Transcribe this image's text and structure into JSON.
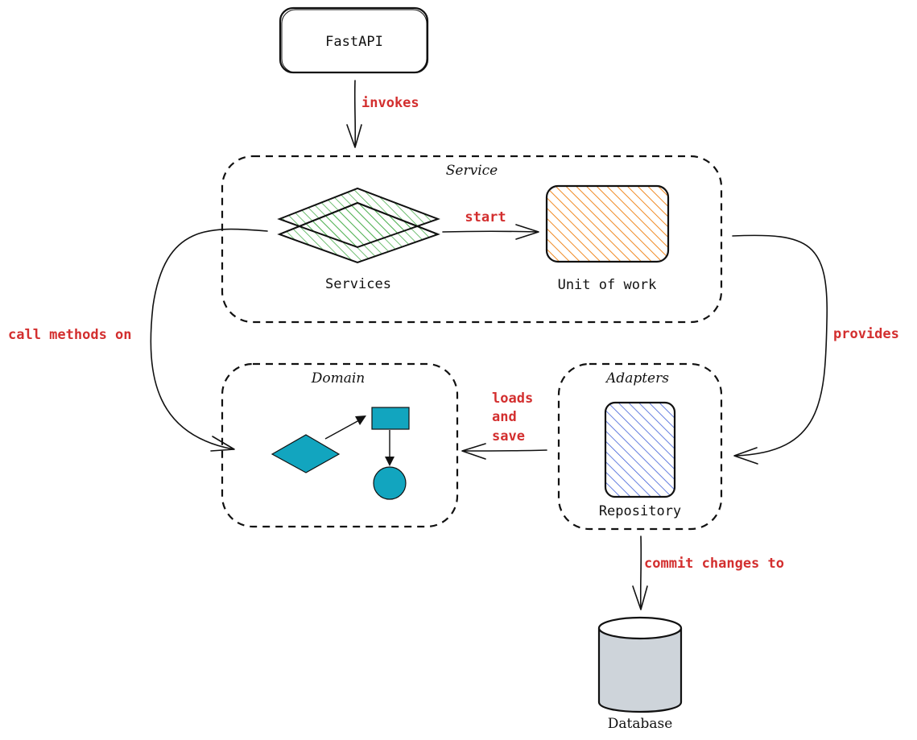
{
  "nodes": {
    "fastapi": "FastAPI",
    "services": "Services",
    "unit_of_work": "Unit of work",
    "repository": "Repository",
    "database": "Database"
  },
  "groups": {
    "service": "Service",
    "domain": "Domain",
    "adapters": "Adapters"
  },
  "edges": {
    "invokes": "invokes",
    "start": "start",
    "call_methods_on": "call methods on",
    "provides": "provides",
    "loads_and_save": [
      "loads",
      "and",
      "save"
    ],
    "commit_changes_to": "commit changes to"
  },
  "colors": {
    "edge_label": "#d32f2f",
    "services_hatch": "#4caf50",
    "unit_of_work_hatch": "#f08a24",
    "repository_hatch": "#3f5fd9",
    "domain_shapes": "#12a5bf",
    "database_fill": "#ced4da"
  }
}
